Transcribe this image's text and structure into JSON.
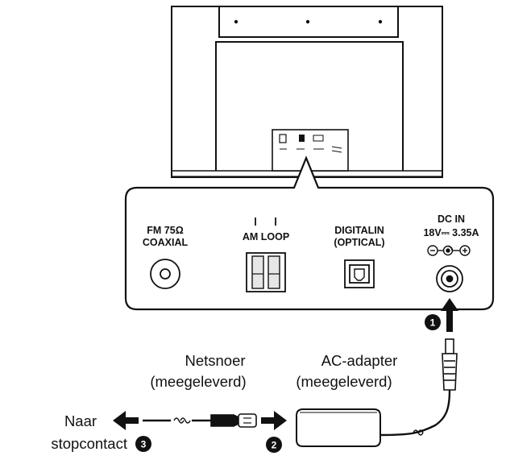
{
  "panel_labels": {
    "fm": [
      "FM 75Ω",
      "COAXIAL"
    ],
    "am": "AM LOOP",
    "digital": [
      "DIGITALIN",
      "(OPTICAL)"
    ],
    "dc": [
      "DC IN",
      "18V⎓ 3.35A"
    ]
  },
  "captions": {
    "netsnoer": [
      "Netsnoer",
      "(meegeleverd)"
    ],
    "adapter": [
      "AC-adapter",
      "(meegeleverd)"
    ],
    "naar": [
      "Naar",
      "stopcontact"
    ]
  },
  "steps": [
    "1",
    "2",
    "3"
  ],
  "colors": {
    "line": "#111111",
    "fill_light": "#ffffff",
    "shade": "#d9d9d9"
  }
}
